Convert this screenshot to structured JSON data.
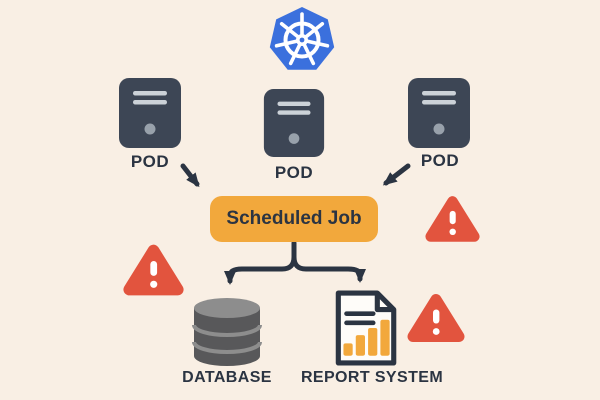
{
  "title": "Kubernetes scheduled job diagram",
  "colors": {
    "background": "#f9efe4",
    "ink": "#2b3442",
    "pod": "#3d4655",
    "pod_line": "#ccd2d8",
    "pod_dot": "#98a1ab",
    "k8s_blue": "#3b70dd",
    "accent_orange": "#f2a83c",
    "warning_red": "#e2543e",
    "db_dark": "#58585a",
    "db_light": "#8d8d8d",
    "doc_bg": "#fefcf9"
  },
  "diagram": {
    "kubernetes_logo": {
      "icon": "kubernetes-helm-icon"
    },
    "pods": [
      {
        "label": "POD"
      },
      {
        "label": "POD"
      },
      {
        "label": "POD"
      }
    ],
    "job": {
      "label": "Scheduled Job"
    },
    "outputs": [
      {
        "icon": "database-icon",
        "label": "DATABASE"
      },
      {
        "icon": "report-document-icon",
        "label": "REPORT SYSTEM"
      }
    ],
    "warnings": [
      {
        "icon": "warning-triangle-icon"
      },
      {
        "icon": "warning-triangle-icon"
      },
      {
        "icon": "warning-triangle-icon"
      }
    ]
  }
}
